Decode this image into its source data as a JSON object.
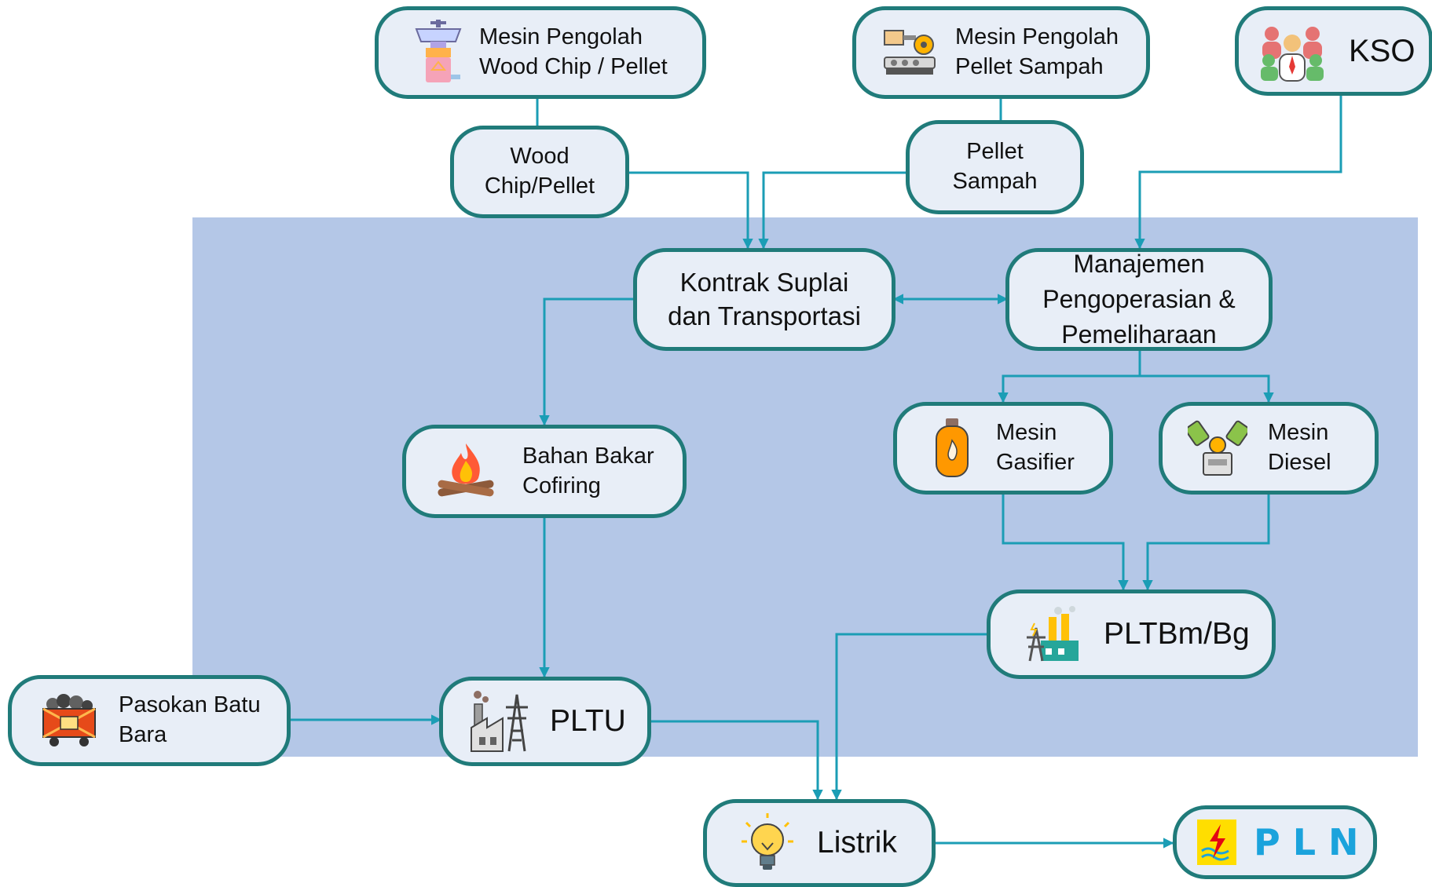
{
  "nodes": {
    "mesin_wood": "Mesin Pengolah\nWood Chip / Pellet",
    "mesin_pellet_sampah": "Mesin Pengolah\nPellet Sampah",
    "kso": "KSO",
    "wood_chip": "Wood\nChip/Pellet",
    "pellet_sampah": "Pellet\nSampah",
    "kontrak": "Kontrak Suplai\ndan Transportasi",
    "manajemen": "Manajemen\nPengoperasian &\nPemeliharaan",
    "bahan_bakar": "Bahan Bakar\nCofiring",
    "gasifier": "Mesin\nGasifier",
    "diesel": "Mesin\nDiesel",
    "pltbm": "PLTBm/Bg",
    "pasokan": "Pasokan Batu\nBara",
    "pltu": "PLTU",
    "listrik": "Listrik",
    "pln_logo": "PLN"
  },
  "icons": {
    "mesin_wood": "pellet-machine-icon",
    "mesin_pellet_sampah": "waste-pellet-machine-icon",
    "kso": "people-group-icon",
    "bahan_bakar": "campfire-icon",
    "gasifier": "gas-cylinder-icon",
    "diesel": "diesel-engine-icon",
    "pltbm": "power-plant-icon",
    "pasokan": "coal-cart-icon",
    "pltu": "coal-plant-tower-icon",
    "listrik": "light-bulb-icon",
    "pln": "pln-logo"
  },
  "colors": {
    "background_region": "#b4c7e7",
    "node_fill": "#e8eef7",
    "node_border": "#207b7a",
    "connector": "#1b9db5",
    "pln_yellow": "#ffde00",
    "pln_blue": "#1ba3dc",
    "pln_red": "#e30613"
  }
}
